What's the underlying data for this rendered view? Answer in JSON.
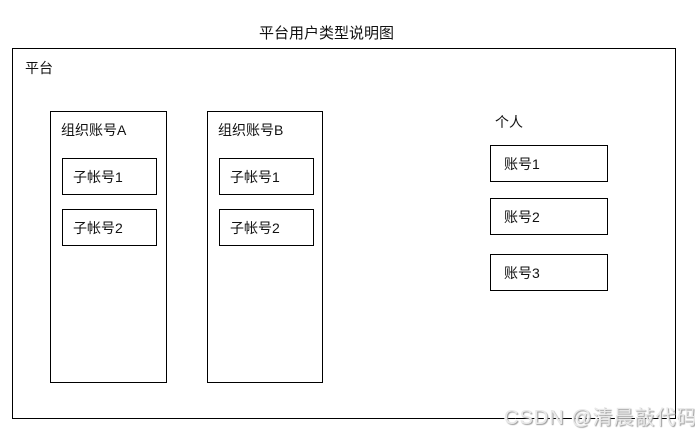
{
  "title": "平台用户类型说明图",
  "platform": {
    "label": "平台",
    "organizations": [
      {
        "label": "组织账号A",
        "sub_accounts": [
          "子帐号1",
          "子帐号2"
        ]
      },
      {
        "label": "组织账号B",
        "sub_accounts": [
          "子帐号1",
          "子帐号2"
        ]
      }
    ],
    "personal": {
      "label": "个人",
      "accounts": [
        "账号1",
        "账号2",
        "账号3"
      ]
    }
  },
  "watermark": "CSDN @清晨敲代码",
  "colors": {
    "border": "#000000",
    "background": "#ffffff",
    "text": "#111111",
    "watermark": "#e9e9e9"
  }
}
